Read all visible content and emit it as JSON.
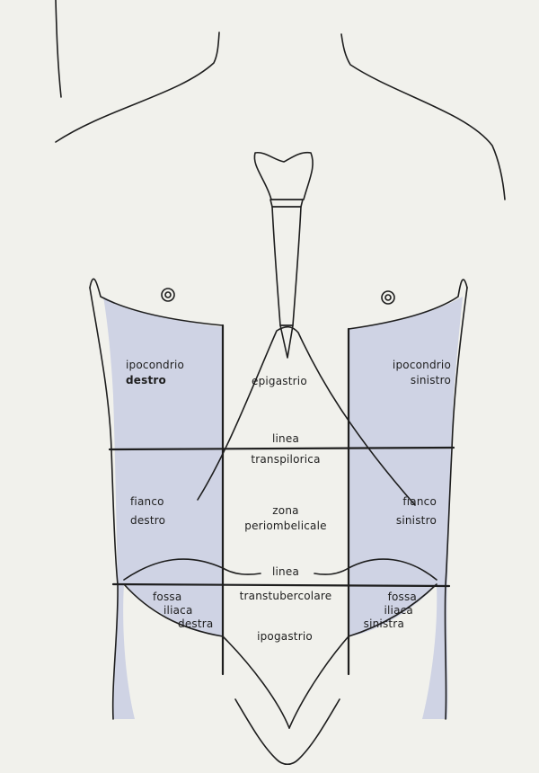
{
  "figure": {
    "line_color": "#1e1e1e",
    "shading_color": "#cfd3e4",
    "background_color": "#f1f1ec"
  },
  "regions": {
    "right_hypochondrium": {
      "line1": "ipocondrio",
      "line2": "destro"
    },
    "epigastrium": {
      "label": "epigastrio"
    },
    "left_hypochondrium": {
      "line1": "ipocondrio",
      "line2": "sinistro"
    },
    "transpyloric_line": {
      "line1": "linea",
      "line2": "transpilorica"
    },
    "right_flank": {
      "line1": "fianco",
      "line2": "destro"
    },
    "periumbilical": {
      "line1": "zona",
      "line2": "periombelicale"
    },
    "left_flank": {
      "line1": "fianco",
      "line2": "sinistro"
    },
    "transtubercular_line": {
      "line1": "linea",
      "line2": "transtubercolare"
    },
    "right_iliac_fossa": {
      "line1": "fossa",
      "line2": "iliaca",
      "line3": "destra"
    },
    "hypogastrium": {
      "label": "ipogastrio"
    },
    "left_iliac_fossa": {
      "line1": "fossa",
      "line2": "iliaca",
      "line3": "sinistra"
    }
  }
}
